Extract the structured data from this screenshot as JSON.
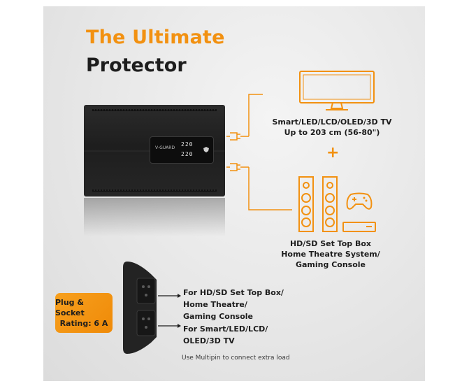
{
  "headline": {
    "line1": "The Ultimate",
    "line2": "Protector"
  },
  "device": {
    "brand": "V-GUARD",
    "reading_top": "220",
    "reading_bottom": "220"
  },
  "outputs": {
    "tv_label_line1": "Smart/LED/LCD/OLED/3D TV",
    "tv_label_line2": "Up to 203 cm (56-80\")",
    "plus": "+",
    "av_label_line1": "HD/SD Set Top Box",
    "av_label_line2": "Home Theatre System/",
    "av_label_line3": "Gaming Console"
  },
  "socket": {
    "badge_line1": "Plug & Socket",
    "badge_line2": "Rating: 6 A",
    "top_label_line1": "For HD/SD Set Top Box/",
    "top_label_line2": "Home Theatre/",
    "top_label_line3": "Gaming Console",
    "bottom_label_line1": "For Smart/LED/LCD/",
    "bottom_label_line2": "OLED/3D TV",
    "note": "Use Multipin to connect extra load"
  },
  "colors": {
    "accent": "#f29111",
    "text": "#1d1d1d",
    "device": "#222222"
  }
}
